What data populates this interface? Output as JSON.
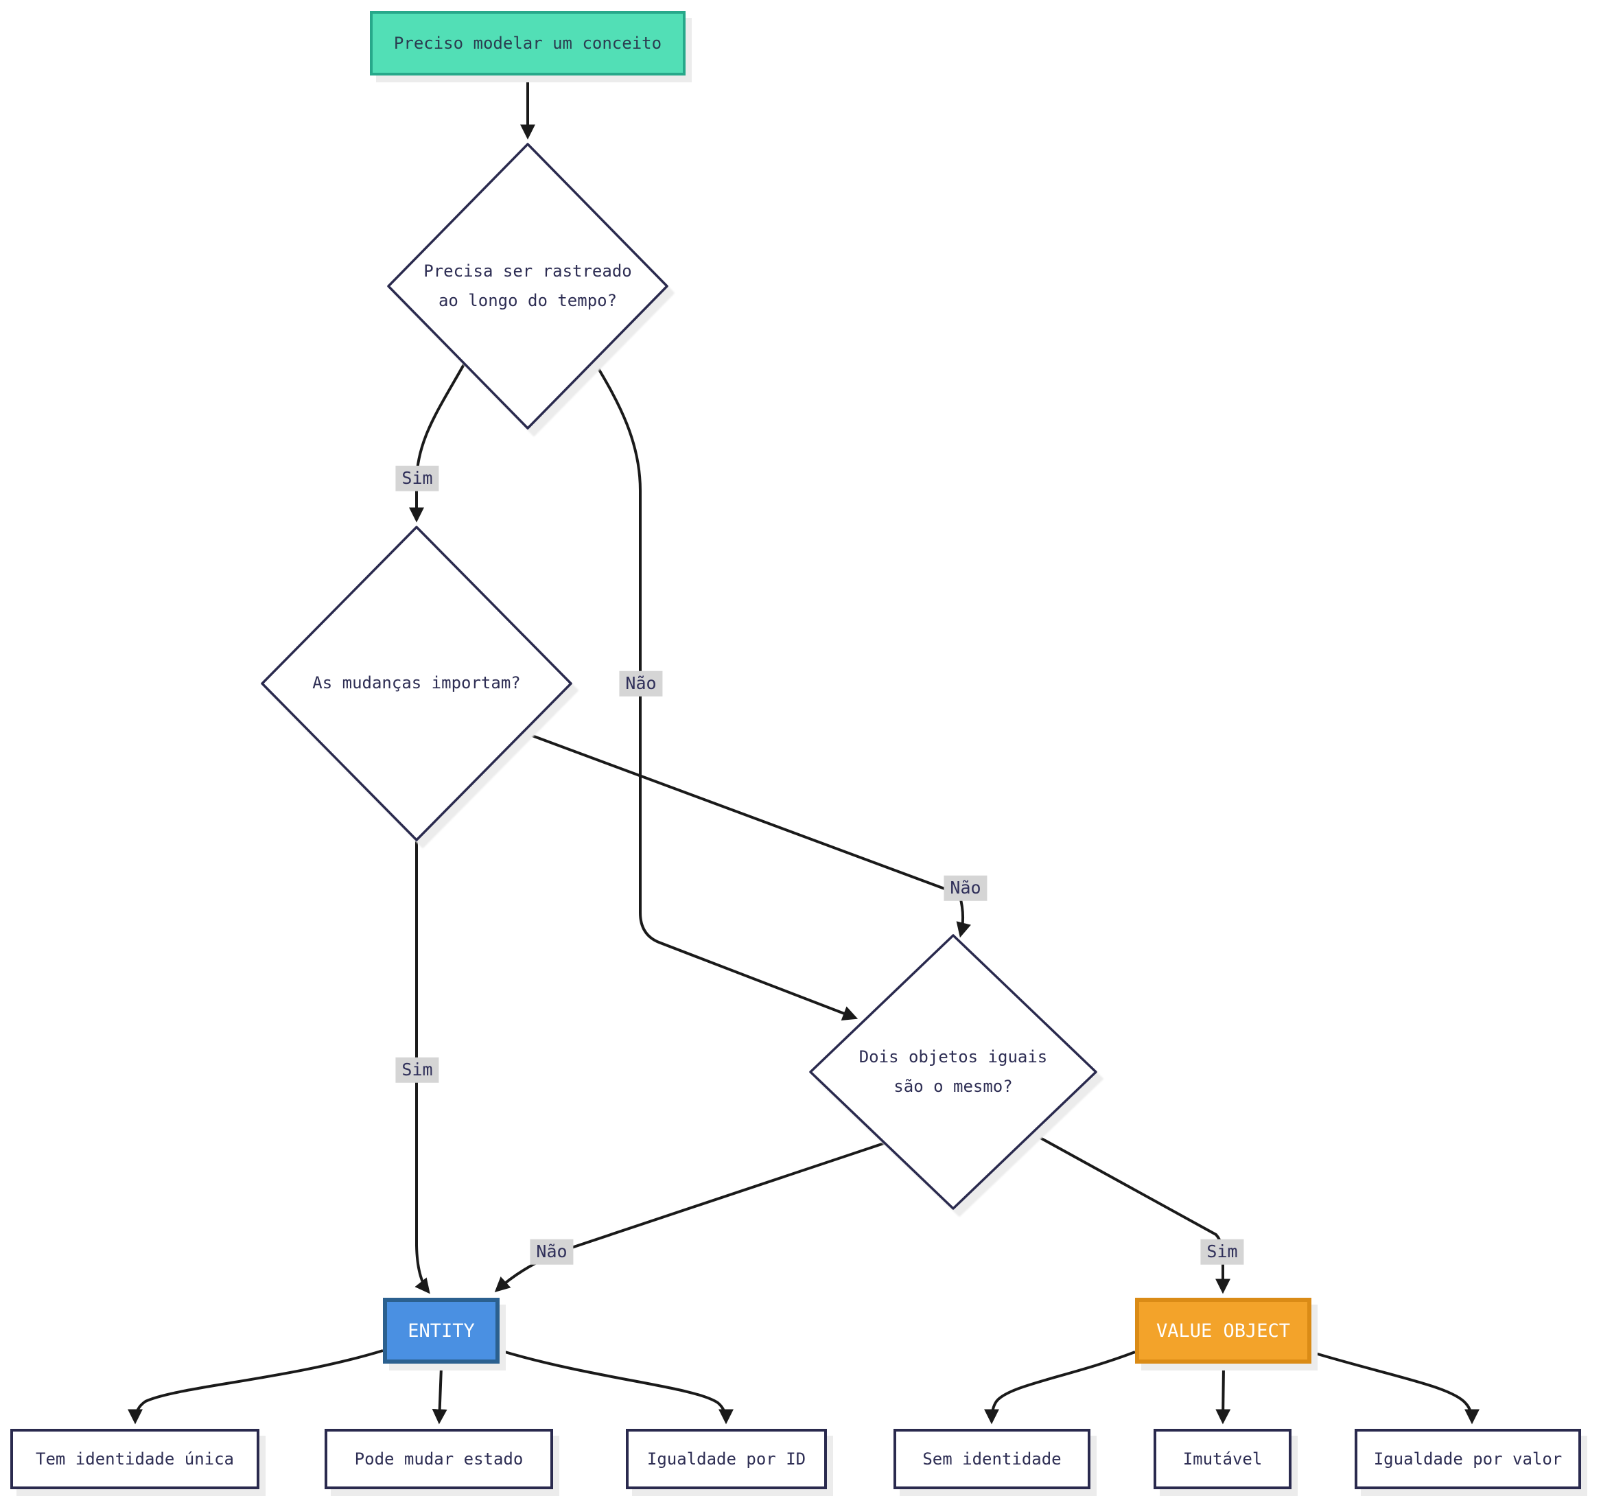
{
  "diagram": {
    "type": "flowchart",
    "nodes": {
      "start": {
        "label": "Preciso modelar um conceito"
      },
      "q_tracked": {
        "label": "Precisa ser rastreado\nao longo do tempo?"
      },
      "q_changes": {
        "label": "As mudanças importam?"
      },
      "q_same": {
        "label": "Dois objetos iguais\nsão o mesmo?"
      },
      "entity": {
        "label": "ENTITY"
      },
      "value_object": {
        "label": "VALUE OBJECT"
      },
      "entity_traits": [
        "Tem identidade única",
        "Pode mudar estado",
        "Igualdade por ID"
      ],
      "value_object_traits": [
        "Sem identidade",
        "Imutável",
        "Igualdade por valor"
      ]
    },
    "edge_labels": {
      "yes": "Sim",
      "no": "Não"
    },
    "edges": [
      {
        "from": "start",
        "to": "q_tracked",
        "label": ""
      },
      {
        "from": "q_tracked",
        "to": "q_changes",
        "label": "Sim"
      },
      {
        "from": "q_tracked",
        "to": "q_same",
        "label": "Não"
      },
      {
        "from": "q_changes",
        "to": "entity",
        "label": "Sim"
      },
      {
        "from": "q_changes",
        "to": "q_same",
        "label": "Não"
      },
      {
        "from": "q_same",
        "to": "entity",
        "label": "Não"
      },
      {
        "from": "q_same",
        "to": "value_object",
        "label": "Sim"
      },
      {
        "from": "entity",
        "to": "entity_traits.0",
        "label": ""
      },
      {
        "from": "entity",
        "to": "entity_traits.1",
        "label": ""
      },
      {
        "from": "entity",
        "to": "entity_traits.2",
        "label": ""
      },
      {
        "from": "value_object",
        "to": "value_object_traits.0",
        "label": ""
      },
      {
        "from": "value_object",
        "to": "value_object_traits.1",
        "label": ""
      },
      {
        "from": "value_object",
        "to": "value_object_traits.2",
        "label": ""
      }
    ],
    "colors": {
      "start_fill": "#52dfb6",
      "start_border": "#27a88a",
      "entity_fill": "#4a90e2",
      "entity_border": "#2b608f",
      "value_object_fill": "#f3a32a",
      "value_object_border": "#da8b16",
      "diamond_border": "#2a2a4e",
      "text_dark": "#2e2e54",
      "edge_line": "#1a1a1a",
      "edge_label_bg": "#d5d5d5",
      "shadow": "#ececec",
      "background": "#ffffff"
    }
  }
}
